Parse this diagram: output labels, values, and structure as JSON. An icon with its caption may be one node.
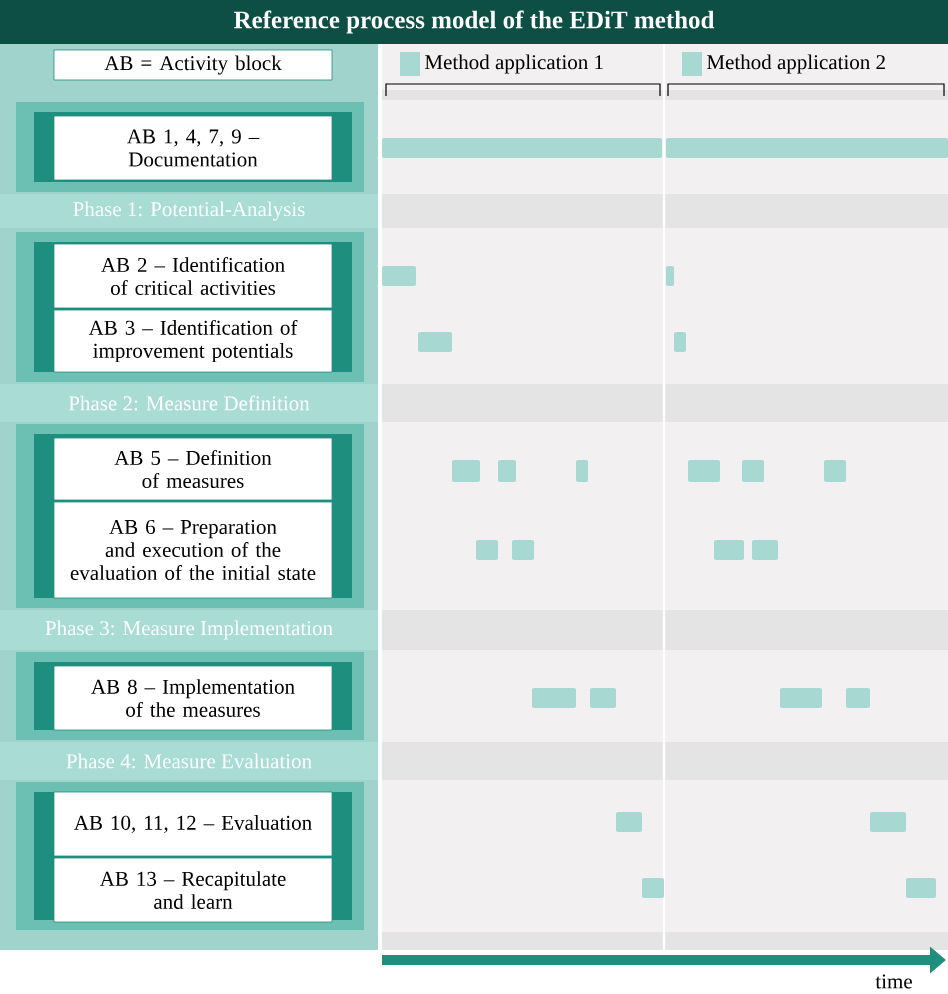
{
  "diagram": {
    "title": "Reference process model of the EDiT method",
    "nodes": [
      {
        "text": [
          "AB = Activity block"
        ]
      },
      {
        "text": [
          "AB 1, 4, 7, 9 – Documentation"
        ]
      },
      {
        "text": [
          "Phase 1: Potential-Analysis"
        ]
      },
      {
        "text": [
          "AB 2 – Identification of critical activities"
        ]
      },
      {
        "text": [
          "AB 3 – Identification of improvement potentials"
        ]
      },
      {
        "text": [
          "Phase 2: Measure Definition"
        ]
      },
      {
        "text": [
          "AB 5 – Definition of measures"
        ]
      },
      {
        "text": [
          "AB 6 – Preparation and execution of the evaluation of the initial state"
        ]
      },
      {
        "text": [
          "Phase 3: Measure Implementation"
        ]
      },
      {
        "text": [
          "AB 8 – Implementation of the measures"
        ]
      },
      {
        "text": [
          "Phase 4: Measure Evaluation"
        ]
      },
      {
        "text": [
          "AB 10, 11, 12 – Evaluation"
        ]
      },
      {
        "text": [
          "AB 13 – Recapitulate and learn"
        ]
      }
    ],
    "labels": [
      "time"
    ],
    "legend": [
      {
        "text": "Method application 1",
        "color": "#a8d8d2"
      },
      {
        "text": "Method application 2",
        "color": "#a8d8d2"
      }
    ]
  }
}
